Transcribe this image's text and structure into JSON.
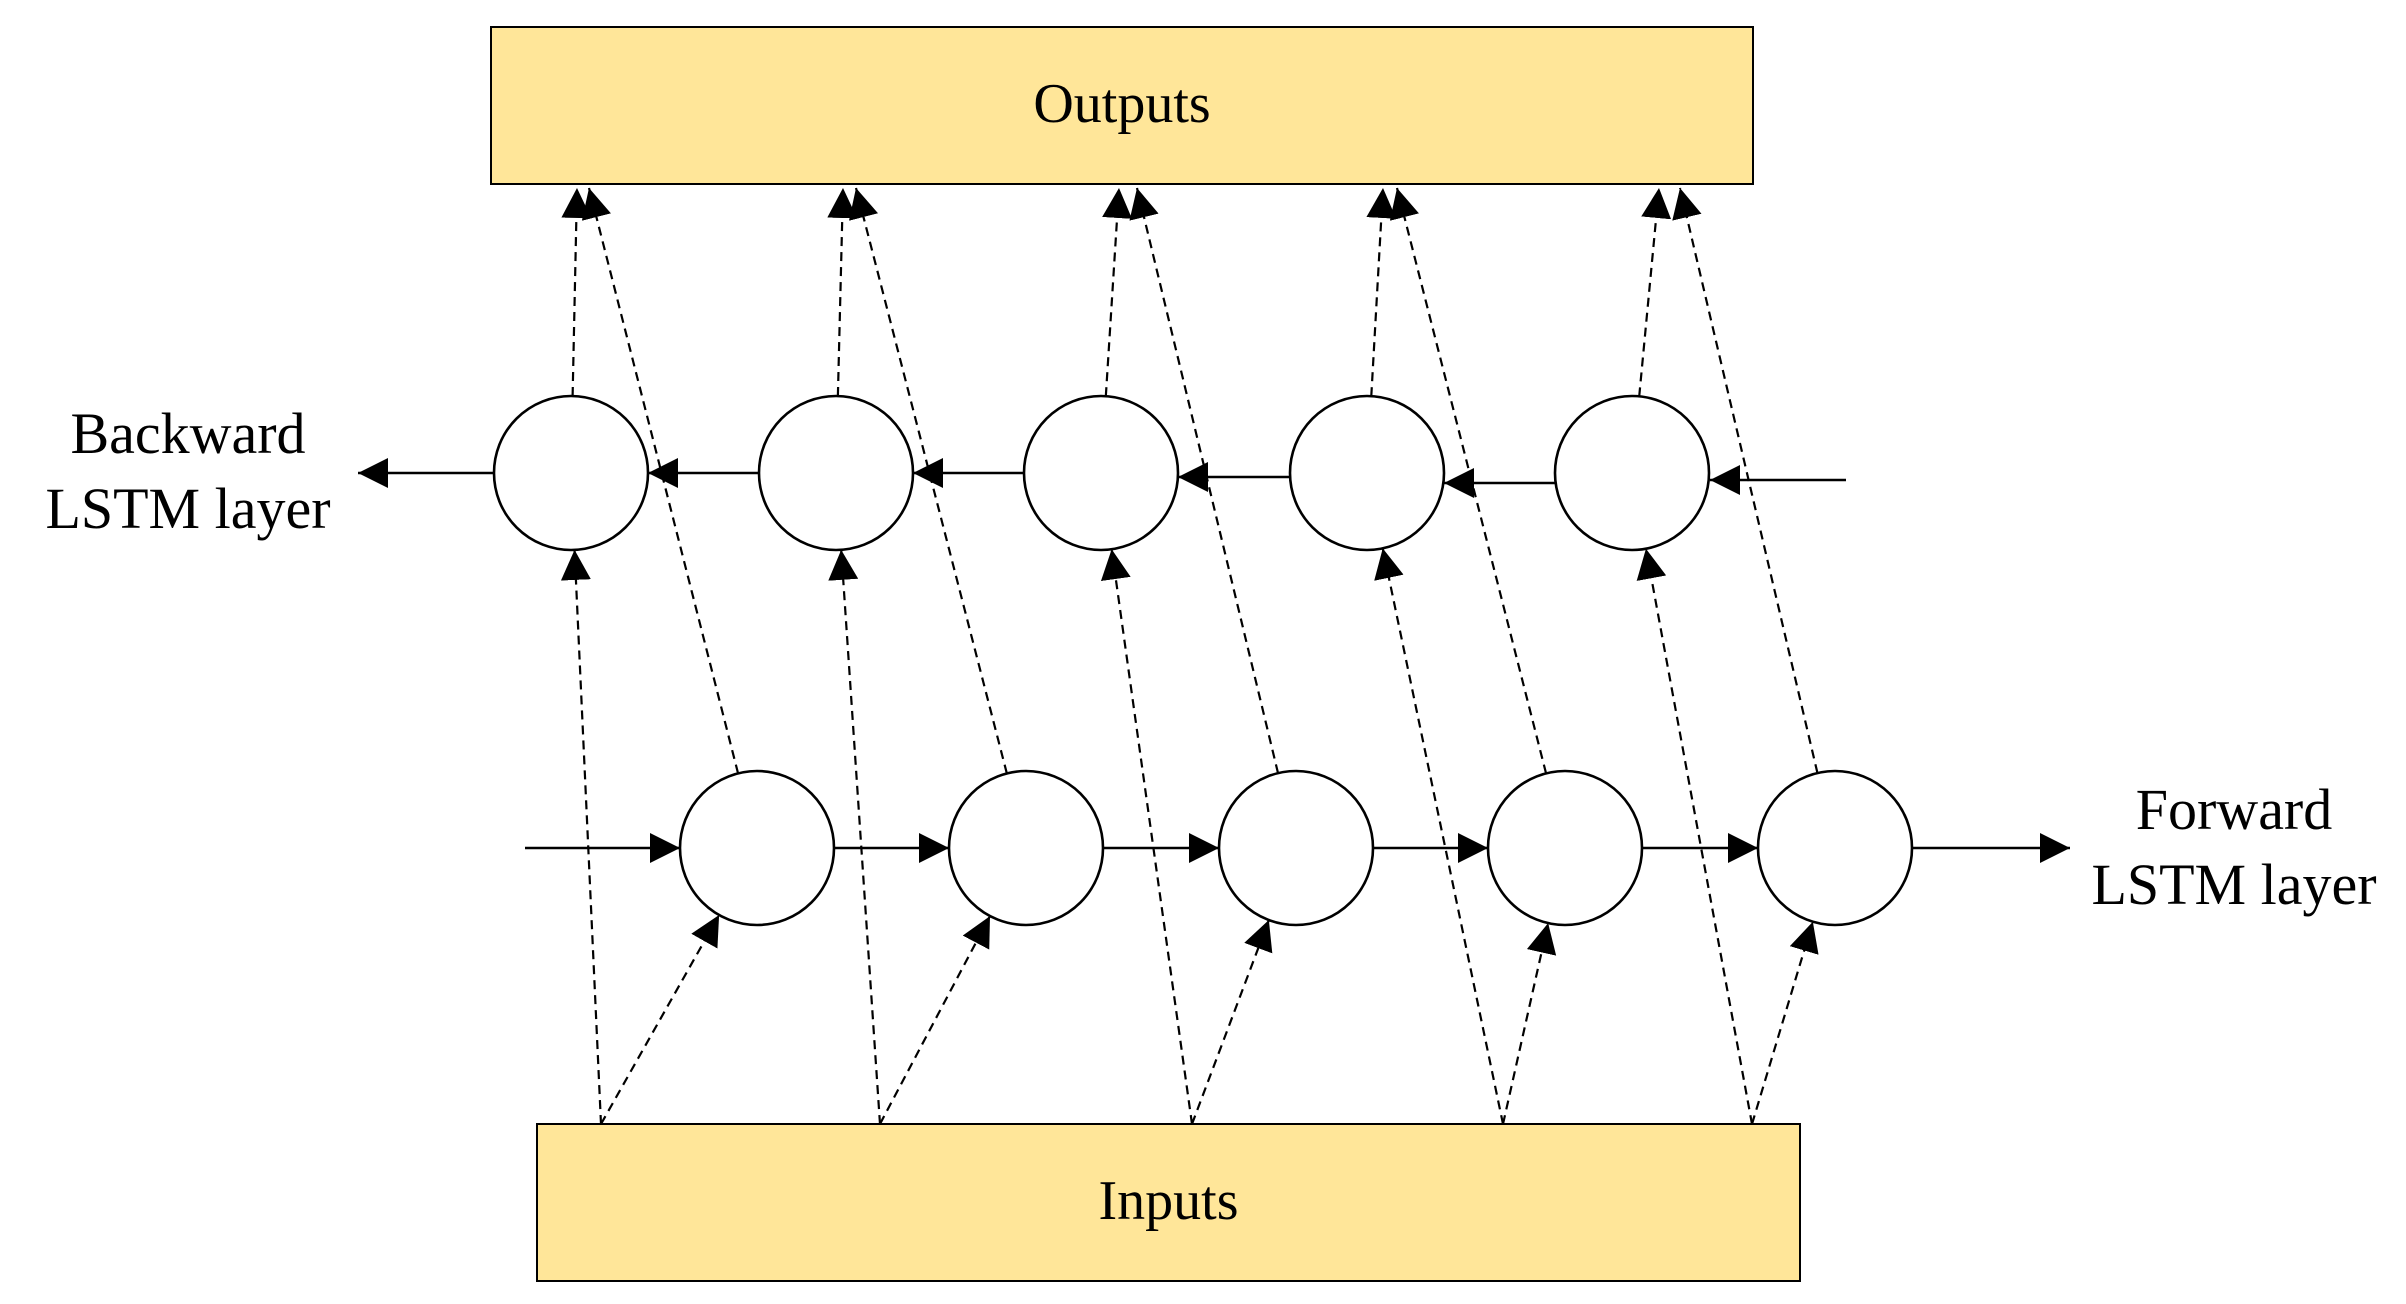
{
  "outputs_label": "Outputs",
  "inputs_label": "Inputs",
  "backward_layer": {
    "line1": "Backward",
    "line2": "LSTM layer"
  },
  "forward_layer": {
    "line1": "Forward",
    "line2": "LSTM layer"
  },
  "colors": {
    "box_fill": "#FFE699",
    "stroke": "#000000",
    "node_fill": "#FFFFFF"
  },
  "timesteps": 5
}
